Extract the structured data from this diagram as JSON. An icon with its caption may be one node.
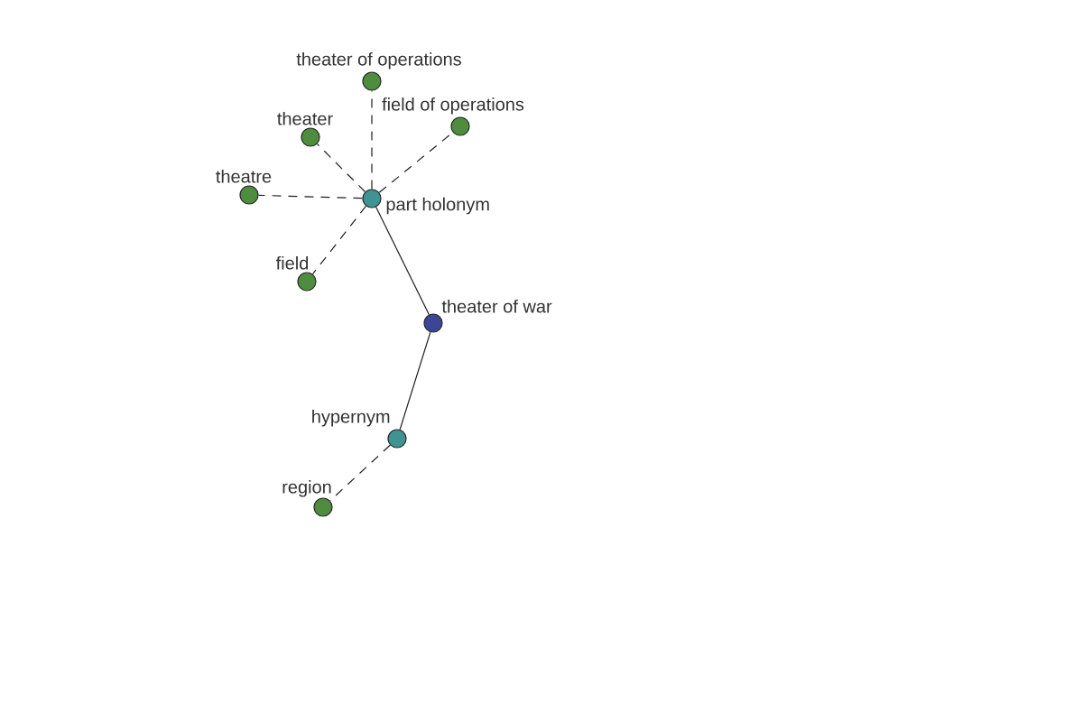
{
  "diagram": {
    "nodes": [
      {
        "text": [
          "theater of operations"
        ]
      },
      {
        "text": [
          "field of operations"
        ]
      },
      {
        "text": [
          "theater"
        ]
      },
      {
        "text": [
          "theatre"
        ]
      },
      {
        "text": [
          "part holonym"
        ]
      },
      {
        "text": [
          "field"
        ]
      },
      {
        "text": [
          "theater of war"
        ]
      },
      {
        "text": [
          "hypernym"
        ]
      },
      {
        "text": [
          "region"
        ]
      }
    ],
    "edges": [
      {
        "from": 6,
        "to": 4,
        "arrow": "none"
      },
      {
        "from": 6,
        "to": 7,
        "arrow": "none"
      },
      {
        "from": 4,
        "to": 0,
        "arrow": "none",
        "style": "dashed"
      },
      {
        "from": 4,
        "to": 1,
        "arrow": "none",
        "style": "dashed"
      },
      {
        "from": 4,
        "to": 2,
        "arrow": "none",
        "style": "dashed"
      },
      {
        "from": 4,
        "to": 3,
        "arrow": "none",
        "style": "dashed"
      },
      {
        "from": 4,
        "to": 5,
        "arrow": "none",
        "style": "dashed"
      },
      {
        "from": 7,
        "to": 8,
        "arrow": "none",
        "style": "dashed"
      }
    ]
  }
}
